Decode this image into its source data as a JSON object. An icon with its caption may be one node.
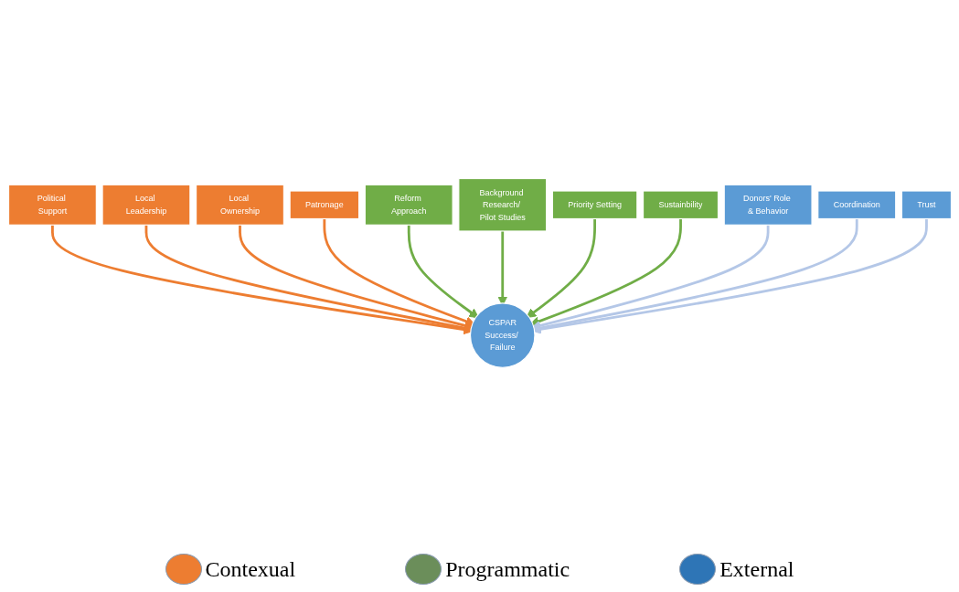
{
  "diagram": {
    "nodes": [
      {
        "text": [
          "Political Support"
        ]
      },
      {
        "text": [
          "Local Leadership"
        ]
      },
      {
        "text": [
          "Local Ownership"
        ]
      },
      {
        "text": [
          "Patronage"
        ]
      },
      {
        "text": [
          "Reform Approach"
        ]
      },
      {
        "text": [
          "Background Research/ Pilot Studies"
        ]
      },
      {
        "text": [
          "Priority Setting"
        ]
      },
      {
        "text": [
          "Sustainbility"
        ]
      },
      {
        "text": [
          "Donors' Role & Behavior"
        ]
      },
      {
        "text": [
          "Coordination"
        ]
      },
      {
        "text": [
          "Trust"
        ]
      },
      {
        "text": [
          "CSPAR",
          "Success/ Failure"
        ]
      }
    ],
    "edges": [
      {
        "from": 0,
        "to": 11,
        "arrow": "to",
        "color": "#ed7d31"
      },
      {
        "from": 1,
        "to": 11,
        "arrow": "to",
        "color": "#ed7d31"
      },
      {
        "from": 2,
        "to": 11,
        "arrow": "to",
        "color": "#ed7d31"
      },
      {
        "from": 3,
        "to": 11,
        "arrow": "to",
        "color": "#ed7d31"
      },
      {
        "from": 4,
        "to": 11,
        "arrow": "to",
        "color": "#70ad47"
      },
      {
        "from": 5,
        "to": 11,
        "arrow": "to",
        "color": "#70ad47"
      },
      {
        "from": 6,
        "to": 11,
        "arrow": "to",
        "color": "#70ad47"
      },
      {
        "from": 7,
        "to": 11,
        "arrow": "to",
        "color": "#70ad47"
      },
      {
        "from": 8,
        "to": 11,
        "arrow": "to",
        "color": "#b4c7e7"
      },
      {
        "from": 9,
        "to": 11,
        "arrow": "to",
        "color": "#b4c7e7"
      },
      {
        "from": 10,
        "to": 11,
        "arrow": "to",
        "color": "#b4c7e7"
      }
    ],
    "legend": [
      {
        "text": "Contexual",
        "color": "#ed7d31"
      },
      {
        "text": "Programmatic",
        "color": "#6b8e5a"
      },
      {
        "text": "External",
        "color": "#2e75b6"
      }
    ]
  }
}
